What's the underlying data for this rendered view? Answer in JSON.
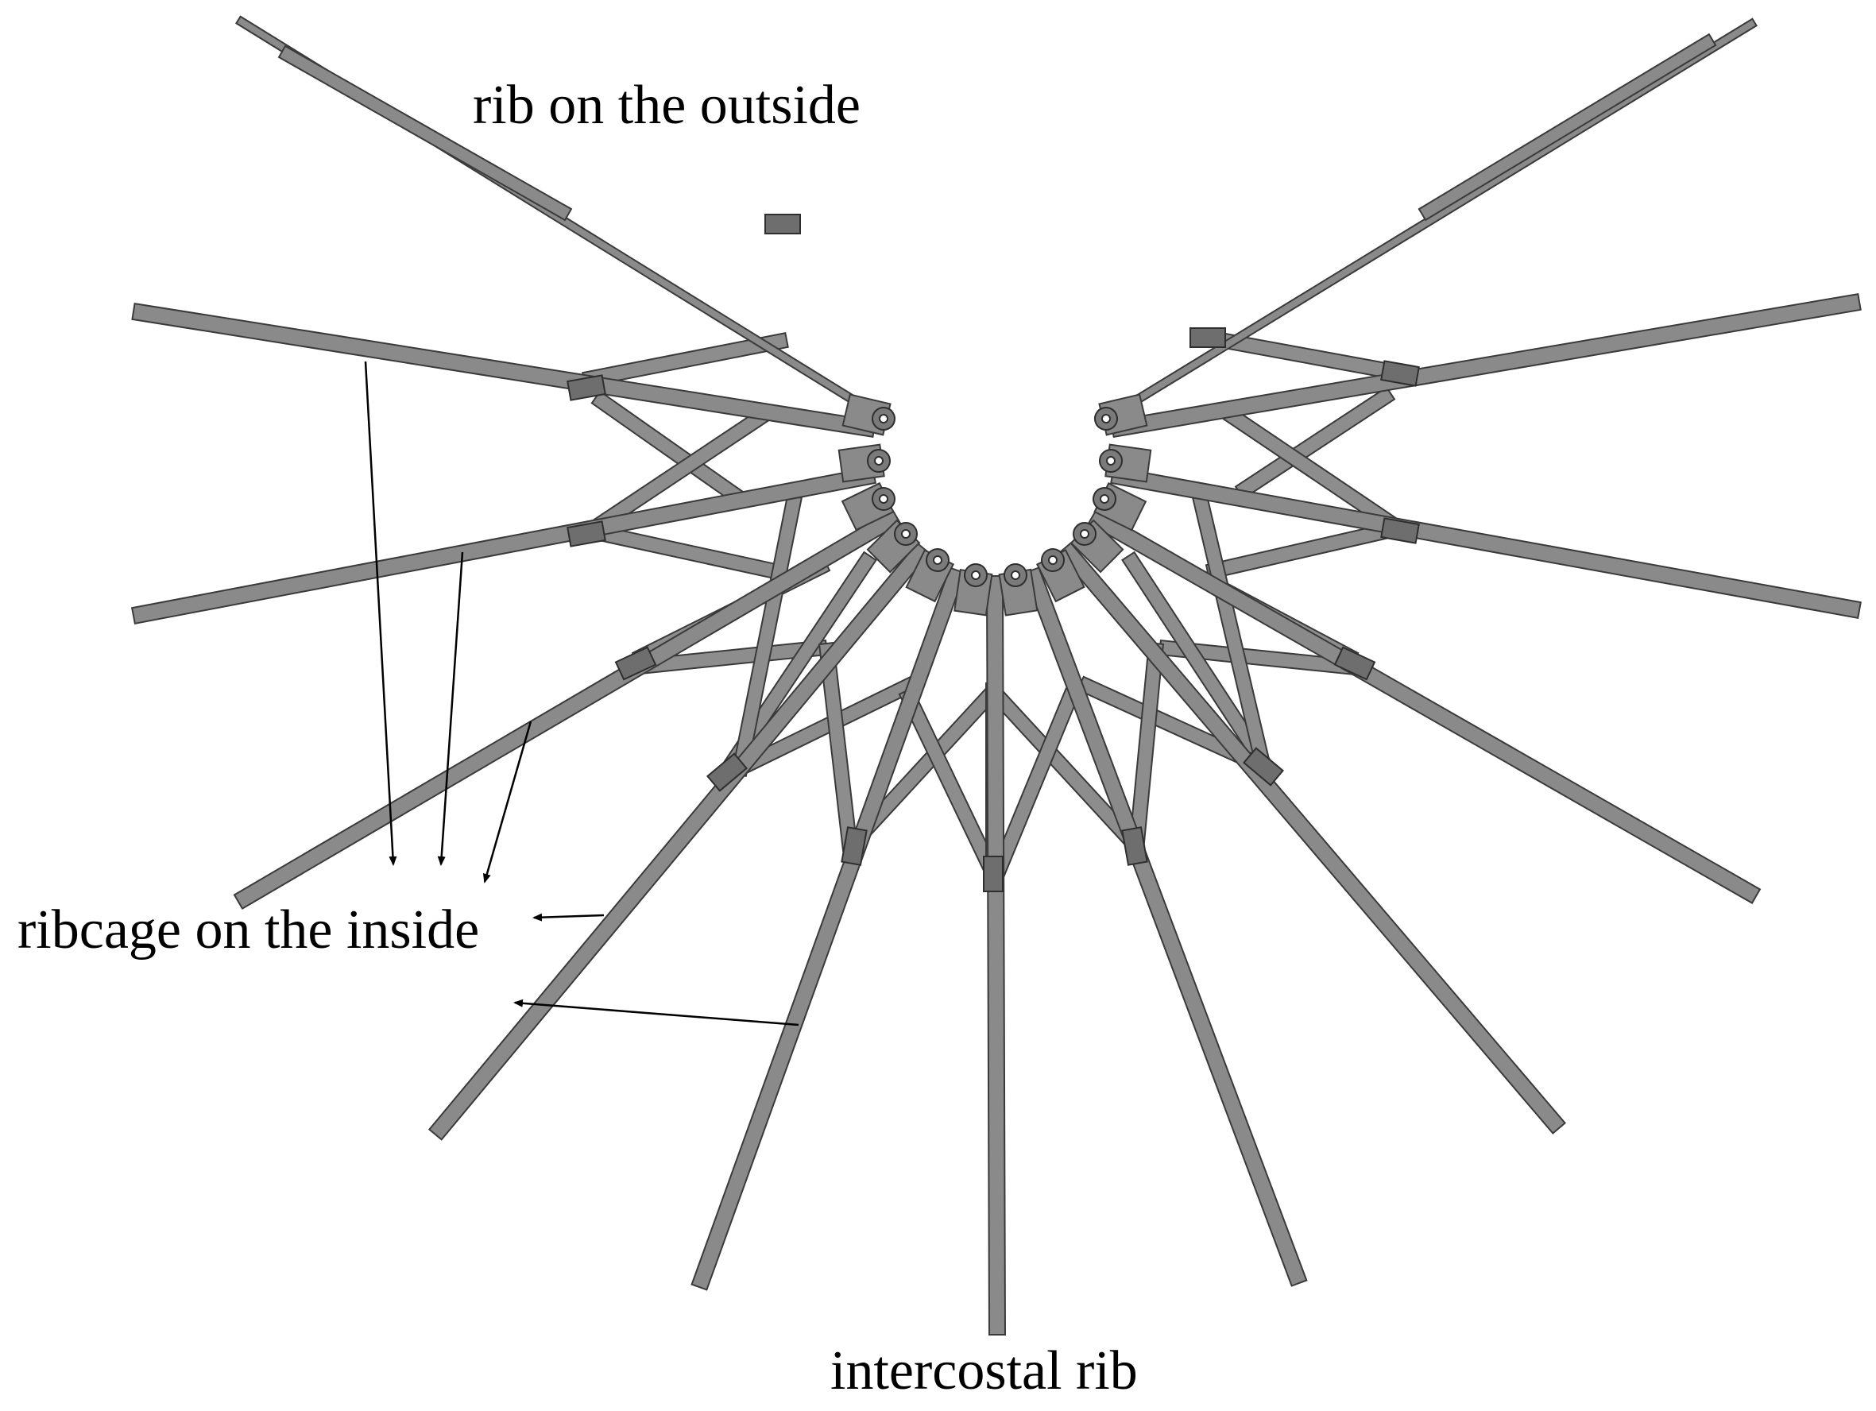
{
  "labels": {
    "outside": "rib on the outside",
    "inside": "ribcage on the inside",
    "intercostal": "intercostal rib"
  },
  "colors": {
    "rib_fill": "#8a8a8a",
    "rib_stroke": "#3a3a3a",
    "background": "#ffffff",
    "text": "#000000"
  }
}
